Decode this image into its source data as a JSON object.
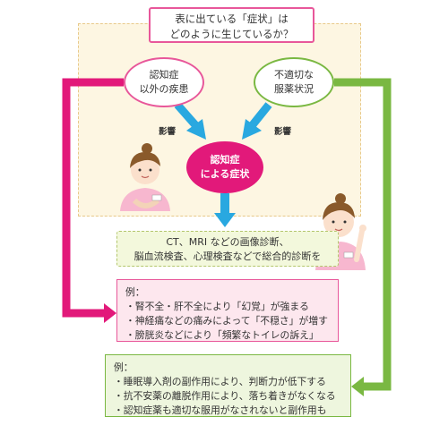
{
  "question": {
    "line1": "表に出ている「症状」は",
    "line2": "どのように生じているか？"
  },
  "causes": {
    "left": {
      "line1": "認知症",
      "line2": "以外の疾患"
    },
    "right": {
      "line1": "不適切な",
      "line2": "服薬状況"
    }
  },
  "influence_label": "影響",
  "symptom": {
    "line1": "認知症",
    "line2": "による症状"
  },
  "diagnosis": {
    "line1": "CT、MRI などの画像診断、",
    "line2": "脳血流検査、心理検査などで総合的診断を"
  },
  "example_disease": {
    "label": "例：",
    "items": [
      "・腎不全・肝不全により「幻覚」が強まる",
      "・神経痛などの痛みによって「不穏さ」が増す",
      "・膀胱炎などにより「頻繁なトイレの訴え」"
    ]
  },
  "example_medication": {
    "label": "例：",
    "items": [
      "・睡眠導入剤の副作用により、判断力が低下する",
      "・抗不安薬の離脱作用により、落ち着きがなくなる",
      "・認知症薬も適切な服用がなされないと副作用も"
    ]
  },
  "colors": {
    "pink": "#e2197a",
    "green": "#7ab842",
    "blue": "#29a8e0"
  }
}
